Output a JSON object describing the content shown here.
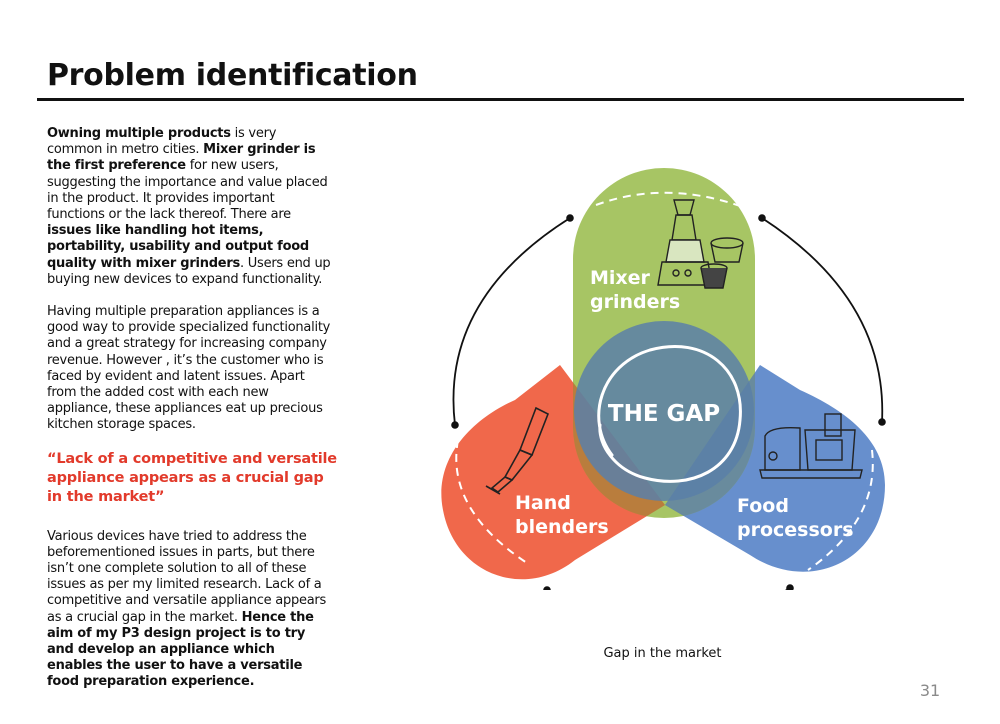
{
  "page": {
    "title": "Problem identification",
    "page_number": "31"
  },
  "left_column": {
    "para1": [
      {
        "t": "Owning multiple products",
        "b": true
      },
      {
        "t": " is very common in metro cities. ",
        "b": false
      },
      {
        "t": "Mixer grinder is the first preference",
        "b": true
      },
      {
        "t": " for new users, suggesting the importance and value placed in the product. It provides important functions or the lack thereof. There are ",
        "b": false
      },
      {
        "t": "issues like handling hot items, portability, usability and output food quality with mixer grinders",
        "b": true
      },
      {
        "t": ". Users end up buying new devices to expand functionality.",
        "b": false
      }
    ],
    "para2": "Having multiple preparation appliances is a good way to provide specialized functionality and a great strategy for increasing company revenue. However , it’s the customer who is faced by evident and latent issues.  Apart from the added cost with each new appliance, these appliances eat up precious kitchen storage spaces.",
    "quote": "“Lack of a competitive and versatile appliance appears as a crucial gap in the market”",
    "para4": [
      {
        "t": "Various devices have tried to address the beforementioned issues in parts, but there isn’t one complete solution to all of these issues as per my limited research. Lack of a competitive and versatile appliance appears as a crucial gap in the market. ",
        "b": false
      },
      {
        "t": "Hence the aim of my P3 design project is to try and develop an appliance which enables the user to have a versatile food preparation experience.",
        "b": true
      }
    ]
  },
  "diagram": {
    "center_label": "THE GAP",
    "mixer_line1": "Mixer",
    "mixer_line2": "grinders",
    "hand_line1": "Hand",
    "hand_line2": "blenders",
    "food_line1": "Food",
    "food_line2": "processors",
    "caption": "Gap in the market",
    "colors": {
      "mixer": "#9bbd4f",
      "hand": "#ef5b3c",
      "food": "#5a86c9",
      "gap": "#5b7fa8"
    }
  }
}
